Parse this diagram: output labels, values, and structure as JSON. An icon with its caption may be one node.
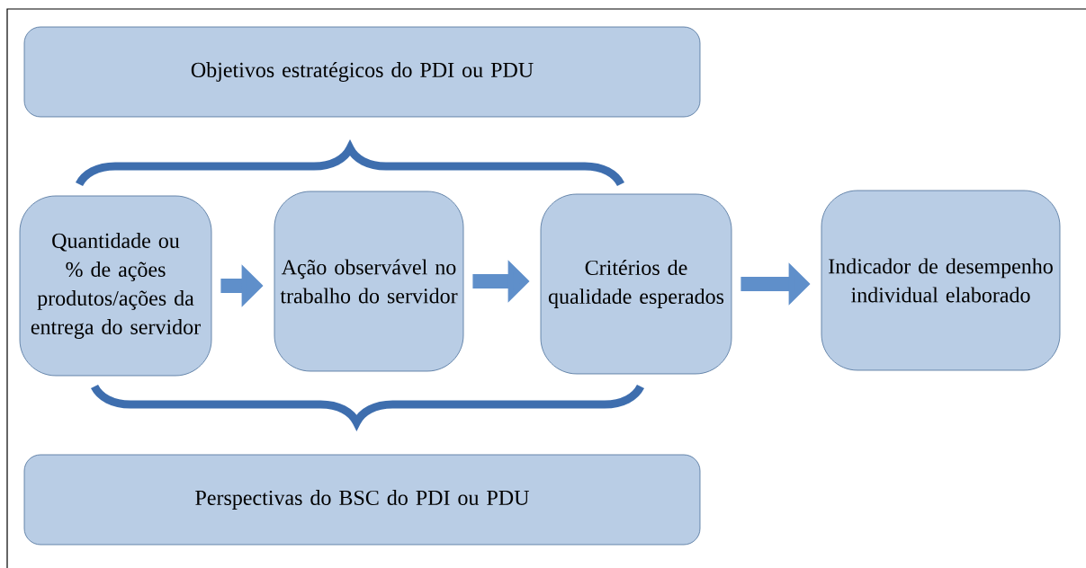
{
  "diagram": {
    "nodes": [
      {
        "text": [
          "Objetivos estratégicos do PDI ou PDU"
        ]
      },
      {
        "text": [
          "Quantidade ou % de ações produtos/ações da entrega do servidor"
        ]
      },
      {
        "text": [
          "Ação observável no trabalho do servidor"
        ]
      },
      {
        "text": [
          "Critérios de qualidade esperados"
        ]
      },
      {
        "text": [
          "Indicador de desempenho individual elaborado"
        ]
      },
      {
        "text": [
          "Perspectivas do BSC do PDI ou PDU"
        ]
      }
    ],
    "edges": [
      {
        "from": 1,
        "to": 2,
        "arrow": "to"
      },
      {
        "from": 2,
        "to": 3,
        "arrow": "to"
      },
      {
        "from": 3,
        "to": 4,
        "arrow": "to"
      }
    ]
  }
}
